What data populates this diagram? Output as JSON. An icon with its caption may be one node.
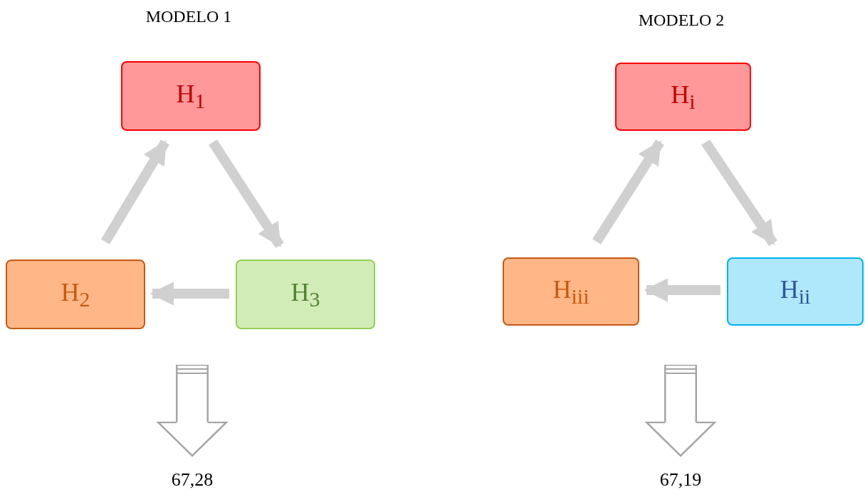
{
  "diagram": {
    "nodes": [
      {
        "text": [
          "H$_{1}$"
        ]
      },
      {
        "text": [
          "H$_{2}$"
        ]
      },
      {
        "text": [
          "H$_{3}$"
        ]
      },
      {
        "text": [
          "67,28"
        ]
      },
      {
        "text": [
          "H$_{i}$"
        ]
      },
      {
        "text": [
          "H$_{iii}$"
        ]
      },
      {
        "text": [
          "H$_{ii}$"
        ]
      },
      {
        "text": [
          "67,19"
        ]
      }
    ],
    "edges": [
      {
        "from": 1,
        "to": 0,
        "arrow": "to"
      },
      {
        "from": 0,
        "to": 2,
        "arrow": "to"
      },
      {
        "from": 2,
        "to": 1,
        "arrow": "to"
      },
      {
        "from": null,
        "to": 3,
        "arrow": "to"
      },
      {
        "from": 5,
        "to": 4,
        "arrow": "to"
      },
      {
        "from": 4,
        "to": 6,
        "arrow": "to"
      },
      {
        "from": 6,
        "to": 5,
        "arrow": "to"
      },
      {
        "from": null,
        "to": 7,
        "arrow": "to"
      }
    ],
    "labels": [
      "MODELO 1",
      "MODELO 2"
    ]
  }
}
